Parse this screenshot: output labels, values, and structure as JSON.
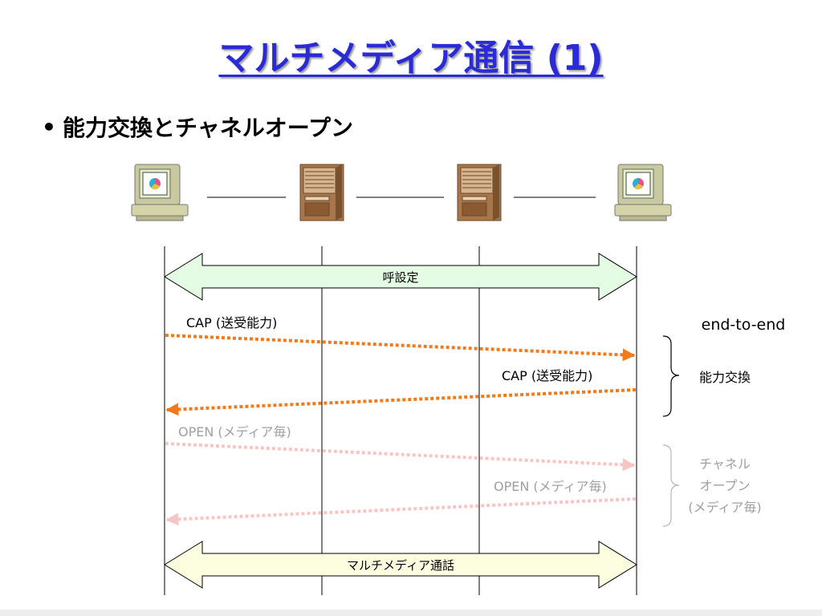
{
  "title": "マルチメディア通信 (1)",
  "bullet": {
    "dot": "•",
    "text": "能力交換とチャネルオープン"
  },
  "nodes": [
    {
      "kind": "terminal",
      "icon": "computer-terminal-icon"
    },
    {
      "kind": "server",
      "icon": "server-tower-icon"
    },
    {
      "kind": "server",
      "icon": "server-tower-icon"
    },
    {
      "kind": "terminal",
      "icon": "computer-terminal-icon"
    }
  ],
  "phases": {
    "call_setup": "呼設定",
    "media_call": "マルチメディア通話"
  },
  "messages": {
    "cap_forward": "CAP (送受能力)",
    "cap_backward": "CAP (送受能力)",
    "open_forward": "OPEN (メディア毎)",
    "open_backward": "OPEN (メディア毎)"
  },
  "annotations": {
    "end_to_end": "end-to-end",
    "capability_exchange": "能力交換",
    "channel_open_line1": "チャネル",
    "channel_open_line2": "オープン",
    "channel_open_line3": "(メディア毎)"
  },
  "colors": {
    "title": "#2b2bd6",
    "cap_arrow": "#f07a1e",
    "open_arrow": "#f6c6c6",
    "setup_fill": "#e4fbe4",
    "call_fill": "#fdfde0",
    "faded_text": "#a0a0a0"
  }
}
